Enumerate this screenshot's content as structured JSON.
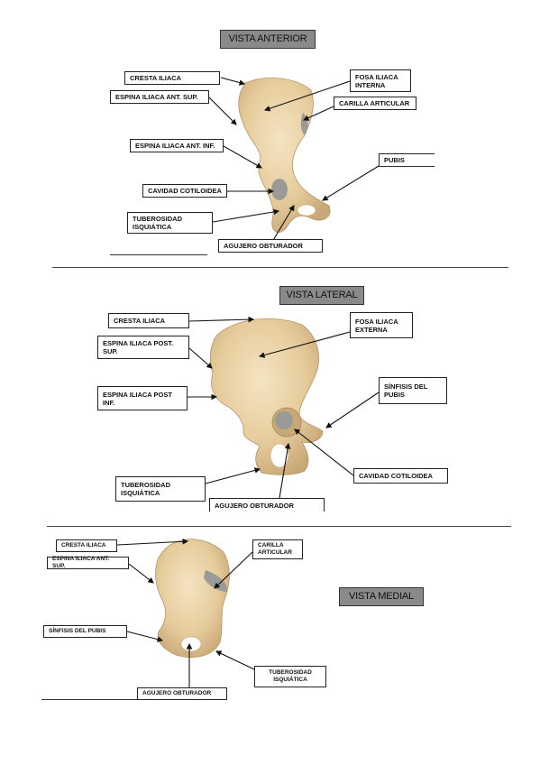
{
  "views": {
    "anterior": {
      "title": "VISTA ANTERIOR",
      "labels": {
        "cresta": "CRESTA ILIACA",
        "espina_sup": "ESPINA ILIACA ANT. SUP.",
        "espina_inf": "ESPINA ILIACA ANT. INF.",
        "cavidad": "CAVIDAD COTILOIDEA",
        "tuberosidad": "TUBEROSIDAD\nISQUIÁTICA",
        "agujero": "AGUJERO OBTURADOR",
        "fosa": "FOSA ILIACA\nINTERNA",
        "carilla": "CARILLA ARTICULAR",
        "pubis": "PUBIS"
      }
    },
    "lateral": {
      "title": "VISTA LATERAL",
      "labels": {
        "cresta": "CRESTA ILIACA",
        "espina_sup": "ESPINA ILIACA POST.\nSUP.",
        "espina_inf": "ESPINA ILIACA POST\nINF.",
        "tuberosidad": "TUBEROSIDAD\nISQUIÁTICA",
        "agujero": "AGUJERO OBTURADOR",
        "fosa": "FOSA ILIACA\nEXTERNA",
        "sinfisis": "SÍNFISIS DEL\nPUBIS",
        "cavidad": "CAVIDAD COTILOIDEA"
      }
    },
    "medial": {
      "title": "VISTA MEDIAL",
      "labels": {
        "cresta": "CRESTA ILIACA",
        "espina_sup": "ESPINA ILIACA ANT. SUP.",
        "carilla": "CARILLA\nARTICULAR",
        "sinfisis": "SÍNFISIS DEL PUBIS",
        "tuberosidad": "TUBEROSIDAD\nISQUIÁTICA",
        "agujero": "AGUJERO OBTURADOR"
      }
    }
  },
  "colors": {
    "bone": "#e9d2a6",
    "bone_shadow": "#c9a877",
    "cartilage": "#9a9a96",
    "title_bg": "#8a8a8a"
  }
}
